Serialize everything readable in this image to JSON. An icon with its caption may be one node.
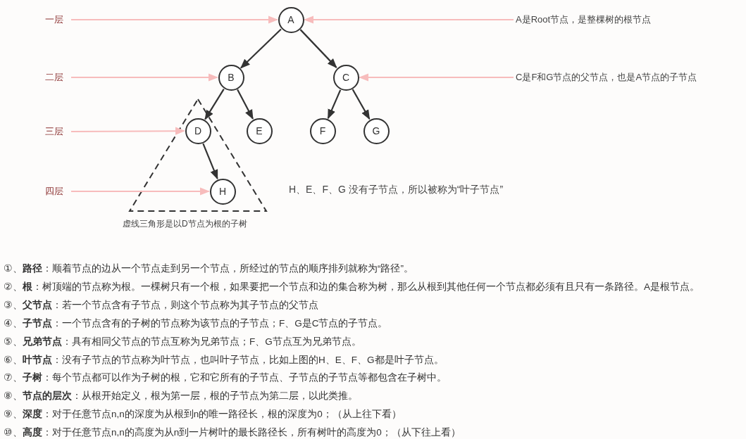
{
  "diagram": {
    "nodes": [
      {
        "text": [
          "一层"
        ]
      },
      {
        "text": [
          "A"
        ]
      },
      {
        "text": [
          "A是Root节点，是整棵树的根节点"
        ]
      },
      {
        "text": [
          "二层"
        ]
      },
      {
        "text": [
          "B"
        ]
      },
      {
        "text": [
          "C"
        ]
      },
      {
        "text": [
          "C是F和G节点的父节点，也是A节点的子节点"
        ]
      },
      {
        "text": [
          "三层"
        ]
      },
      {
        "text": [
          "D"
        ]
      },
      {
        "text": [
          "E"
        ]
      },
      {
        "text": [
          "F"
        ]
      },
      {
        "text": [
          "G"
        ]
      },
      {
        "text": [
          "四层"
        ]
      },
      {
        "text": [
          "H"
        ]
      }
    ],
    "edges": [
      {
        "from": 0,
        "to": 1,
        "arrow": "to",
        "color": "#f7bcbc"
      },
      {
        "from": 2,
        "to": 1,
        "arrow": "to",
        "color": "#f7bcbc"
      },
      {
        "from": 1,
        "to": 4,
        "arrow": "to"
      },
      {
        "from": 1,
        "to": 5,
        "arrow": "to"
      },
      {
        "from": 3,
        "to": 4,
        "arrow": "to",
        "color": "#f7bcbc"
      },
      {
        "from": 6,
        "to": 5,
        "arrow": "to",
        "color": "#f7bcbc"
      },
      {
        "from": 4,
        "to": 8,
        "arrow": "to"
      },
      {
        "from": 4,
        "to": 9,
        "arrow": "to"
      },
      {
        "from": 5,
        "to": 10,
        "arrow": "to"
      },
      {
        "from": 5,
        "to": 11,
        "arrow": "to"
      },
      {
        "from": 7,
        "to": 8,
        "arrow": "to",
        "color": "#f7bcbc"
      },
      {
        "from": 8,
        "to": 13,
        "arrow": "to"
      },
      {
        "from": 12,
        "to": 13,
        "arrow": "to",
        "color": "#f7bcbc"
      }
    ],
    "labels": [
      "H、E、F、G 没有子节点，所以被称为“叶子节点”",
      "虚线三角形是以D节点为根的子树",
      "①、**路径**：顺着节点的边从一个节点走到另一个节点，所经过的节点的顺序排列就称为“路径”。",
      "②、**根**：树顶端的节点称为根。一棵树只有一个根，如果要把一个节点和边的集合称为树，那么从根到其他任何一个节点都必须有且只有一条路径。A是根节点。",
      "③、**父节点**：若一个节点含有子节点，则这个节点称为其子节点的父节点",
      "④、**子节点**：一个节点含有的子树的节点称为该节点的子节点；F、G是C节点的子节点。",
      "⑤、**兄弟节点**：具有相同父节点的节点互称为兄弟节点；F、G节点互为兄弟节点。",
      "⑥、**叶节点**：没有子节点的节点称为叶节点，也叫叶子节点，比如上图的H、E、F、G都是叶子节点。",
      "⑦、**子树**：每个节点都可以作为子树的根，它和它所有的子节点、子节点的子节点等都包含在子树中。",
      "⑧、**节点的层次**：从根开始定义，根为第一层，根的子节点为第二层，以此类推。",
      "⑨、**深度**：对于任意节点n,n的深度为从根到n的唯一路径长，根的深度为0；（从上往下看）",
      "⑩、**高度**：对于任意节点n,n的高度为从n到一片树叶的最长路径长，所有树叶的高度为0；（从下往上看）"
    ]
  }
}
